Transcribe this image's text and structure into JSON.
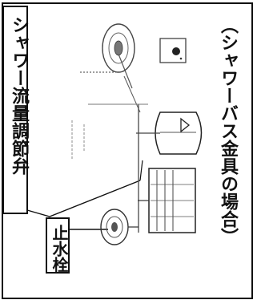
{
  "title": "（シャワーバス金具の場合）",
  "labels": {
    "shower_flow_valve": "シャワー流量調節弁",
    "stop_valve": "止水栓"
  }
}
